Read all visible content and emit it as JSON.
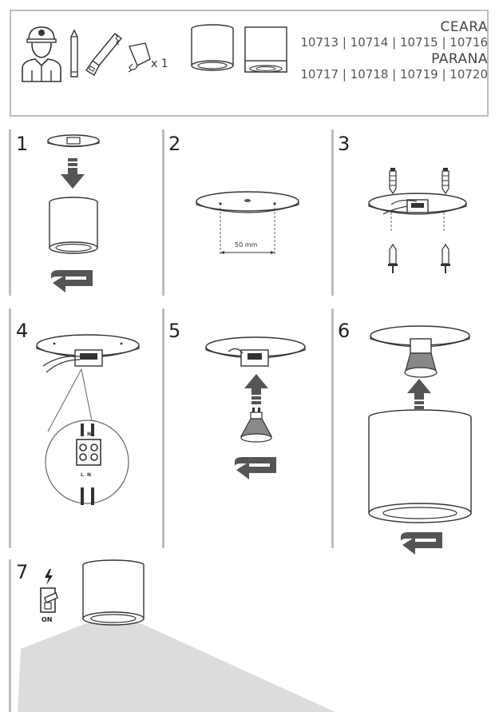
{
  "header": {
    "models": [
      {
        "name": "CEARA",
        "codes": "10713 | 10714 | 10715 | 10716"
      },
      {
        "name": "PARANA",
        "codes": "10717 | 10718 | 10719 | 10720"
      }
    ],
    "bulb_quantity": "x 1",
    "icons": [
      "installer-icon",
      "pencil-icon",
      "saw-icon",
      "gu10-bulb-icon",
      "round-lamp-icon",
      "square-lamp-icon"
    ]
  },
  "steps": [
    {
      "number": "1"
    },
    {
      "number": "2",
      "dimension_label": "50 mm"
    },
    {
      "number": "3"
    },
    {
      "number": "4",
      "terminal_top_labels": "L  N",
      "terminal_bottom_labels": "L  N"
    },
    {
      "number": "5"
    },
    {
      "number": "6"
    },
    {
      "number": "7",
      "switch_label": "ON"
    }
  ],
  "colors": {
    "border": "#bdbdbd",
    "arrow": "#555555",
    "light_beam": "#dcdcdc"
  }
}
